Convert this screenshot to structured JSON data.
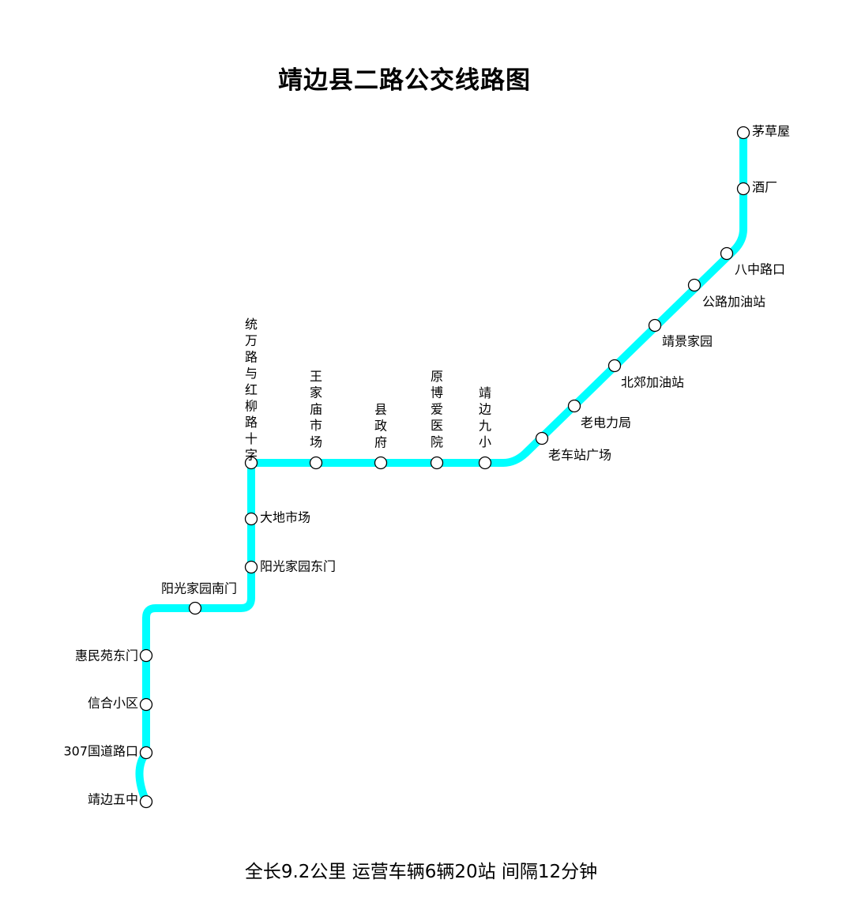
{
  "title": "靖边县二路公交线路图",
  "footer": "全长9.2公里 运营车辆6辆20站 间隔12分钟",
  "line_color": "#00FFFF",
  "stations": [
    "茅草屋",
    "酒厂",
    "八中路口",
    "公路加油站",
    "靖景家园",
    "北郊加油站",
    "老电力局",
    "老车站广场",
    "靖边九小",
    "原博爱医院",
    "县政府",
    "王家庙市场",
    "统万路与红柳路十字",
    "大地市场",
    "阳光家园东门",
    "阳光家园南门",
    "惠民苑东门",
    "信合小区",
    "307国道路口",
    "靖边五中"
  ]
}
